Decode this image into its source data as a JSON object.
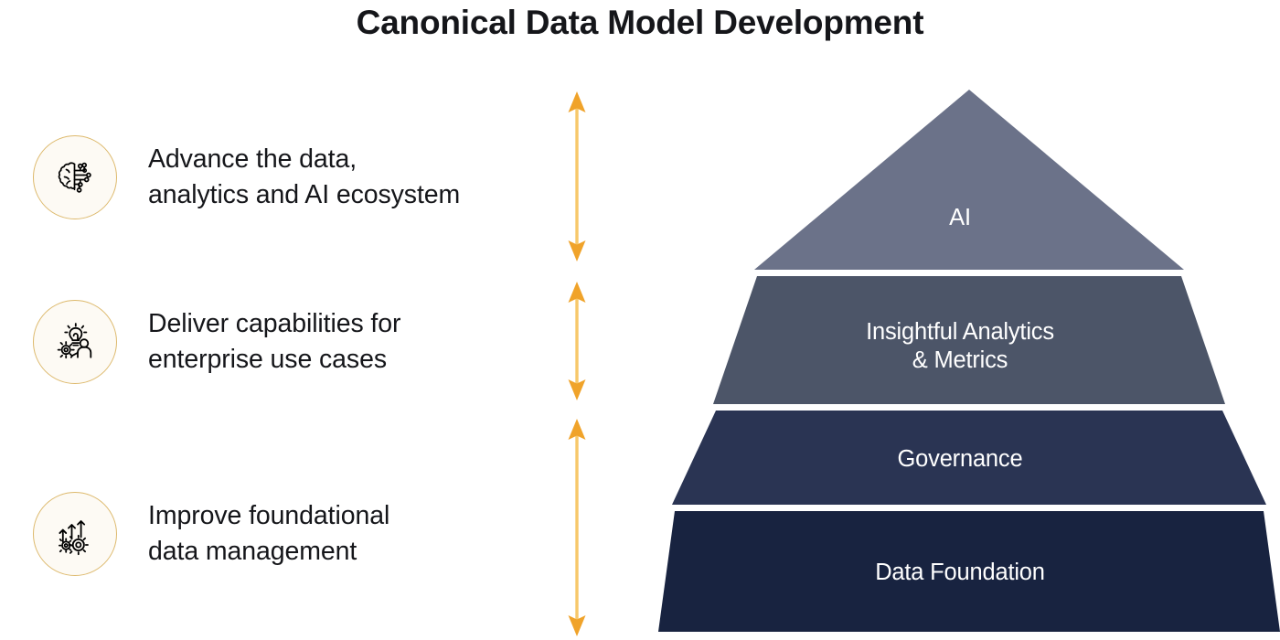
{
  "title": "Canonical Data Model Development",
  "objectives": [
    {
      "icon": "brain-circuit-icon",
      "text": "Advance the data,\nanalytics and AI ecosystem"
    },
    {
      "icon": "lightbulb-person-gear-icon",
      "text": "Deliver capabilities for\nenterprise use cases"
    },
    {
      "icon": "growth-arrows-gears-icon",
      "text": "Improve foundational\ndata management"
    }
  ],
  "connectors": [
    {
      "name": "double-arrow-top",
      "direction": "both"
    },
    {
      "name": "double-arrow-middle",
      "direction": "both"
    },
    {
      "name": "double-arrow-bottom",
      "direction": "both"
    }
  ],
  "pyramid": {
    "tiers": [
      {
        "label": "AI",
        "color": "#6b7289"
      },
      {
        "label": "Insightful Analytics\n& Metrics",
        "color": "#4c5568"
      },
      {
        "label": "Governance",
        "color": "#2a3453"
      },
      {
        "label": "Data Foundation",
        "color": "#182340"
      }
    ]
  },
  "colors": {
    "accent_gold": "#f0a32a",
    "accent_gold_light": "#f7c86a",
    "badge_border": "#ddb96c",
    "badge_fill": "#fdfaf4",
    "title_text": "#15161a",
    "tier_text": "#ffffff",
    "background": "#ffffff"
  }
}
